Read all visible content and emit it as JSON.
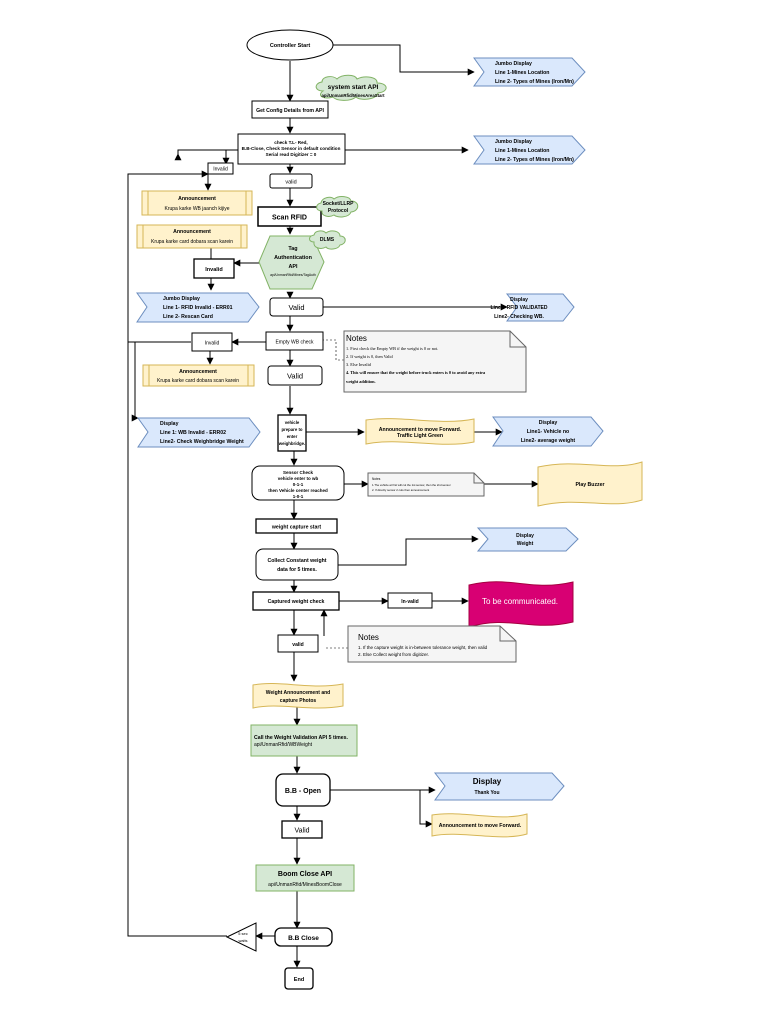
{
  "start": "Controller Start",
  "jumbo1": {
    "title": "Jumbo Display",
    "line1": "Line 1-Mines Location",
    "line2": "Line 2- Types of Mines (Iron/Mn)"
  },
  "api_start": {
    "title": "system start API",
    "path": "api/UnmanRfid/MinesAreaStart"
  },
  "get_config": "Get Config Details from API",
  "check": {
    "l1": "check T.L- Red,",
    "l2": "B.B-Close, Check Sensor in default condition",
    "l3": "Serial read Digitizer = 0"
  },
  "jumbo2": {
    "title": "Jumbo Display",
    "line1": "Line 1-Mines Location",
    "line2": "Line 2- Types of Mines (Iron/Mn)"
  },
  "invalid_top": "Invalid",
  "valid1": "valid",
  "ann1": {
    "title": "Announcement",
    "text": "Krupa karke WB jaanch kijiye"
  },
  "scan": "Scan RFID",
  "socket": {
    "l1": "Socket/LLRP",
    "l2": "Protocol"
  },
  "ann2": {
    "title": "Announcement",
    "text": "Krupa karke card dobara scan karein"
  },
  "dlm": "DLMS",
  "tag": {
    "l1": "Tag",
    "l2": "Authentication",
    "l3": "API",
    "l4": "api/UnmanRfid/Mines/TagAuth"
  },
  "invalid2": "Invalid",
  "jumbo3": {
    "title": "Jumbo Display",
    "line1": "Line 1- RFID Invalid - ERR01",
    "line2": "Line 2- Rescan Card"
  },
  "valid2": "Valid",
  "display1": {
    "title": "Display",
    "line1": "Line1- RFID VALIDATED",
    "line2": "Line2- Checking WB."
  },
  "empty_wb": "Empty WB check",
  "invalid3": "Invalid",
  "notes1": {
    "title": "Notes",
    "l1": "1. First check the Empty WB if the weight is 0 or not.",
    "l2": "2. If weight is 0, then Valid",
    "l3": "3. Else Invalid",
    "l4": "4. This will ensure that the weight before truck enters is 0 to avoid any extra",
    "l5": "weight addition."
  },
  "ann3": {
    "title": "Announcement",
    "text": "Krupa karke card dobara scan karein"
  },
  "valid3": "Valid",
  "vehicle": {
    "l1": "vehicle",
    "l2": "prepare to",
    "l3": "enter",
    "l4": "weighbridge."
  },
  "ann_fwd": {
    "l1": "Announcement to move Forward.",
    "l2": "Traffic Light Green"
  },
  "display2": {
    "title": "Display",
    "line1": "Line1- Vehicle no",
    "line2": "Line2- average weight"
  },
  "display3": {
    "title": "Display",
    "line1": "Line 1: WB Invalid - ERR02",
    "line2": "Line2- Check Weighbridge Weight"
  },
  "sensor": {
    "l1": "Sensor Check",
    "l2": "vehicle enter to wb",
    "l3": "0-1-1",
    "l4": "then Vehicle center reached",
    "l5": "1-0-1"
  },
  "notes_small": {
    "title": "Notes",
    "l1": "1.The vehicle at first will cut the 1st sensor, then the 2nd sensor",
    "l2": "2. If directly sensor 2 cuts then announcement"
  },
  "buzzer": "Play Buzzer",
  "wcs": "weight capture start",
  "collect": {
    "l1": "Collect Constant weight",
    "l2": "data for 5 times."
  },
  "display4": {
    "title": "Display",
    "line1": "Weight"
  },
  "captured": "Captured weight check",
  "invalid4": "In-valid",
  "tbc": "To be communicated.",
  "valid4": "valid",
  "notes2": {
    "title": "Notes",
    "l1": "1. If the capture weight is in-between tolerance weight, then valid",
    "l2": "2. Else Collect weight from digitizer."
  },
  "weight_ann": {
    "l1": "Weight Announcement and",
    "l2": "capture Photos"
  },
  "call_api": {
    "l1": "Call the Weight Validation API 5 times.",
    "l2": "api/UnmanRfid/WBWeight"
  },
  "bb_open": "B.B - Open",
  "display5": {
    "title": "Display",
    "line1": "Thank You"
  },
  "ann_fwd2": "Announcement to move Forward.",
  "valid5": "Valid",
  "boom": {
    "title": "Boom Close API",
    "path": "api/UnmanRfid/MinesBoomClose"
  },
  "bb_close": "B.B Close",
  "wait": {
    "l1": "5 sec",
    "l2": "waits"
  },
  "end": "End"
}
